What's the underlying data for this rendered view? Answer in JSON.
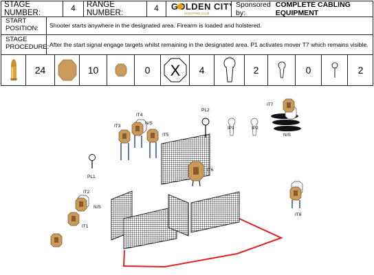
{
  "header": {
    "stage_label": "STAGE NUMBER:",
    "stage_value": "4",
    "range_label": "RANGE NUMBER:",
    "range_value": "4",
    "logo_text": "GOLDEN CITY",
    "logo_sub": "SHOOTING CLUB",
    "sponsor_label": "Sponsored by:",
    "sponsor_name": "COMPLETE CABLING EQUIPMENT"
  },
  "start": {
    "label_1": "START",
    "label_2": "POSITION:",
    "text": "Shooter starts anywhere in the designated area. Firearm is loaded and holstered."
  },
  "procedure": {
    "label_1": "STAGE",
    "label_2": "PROCEDURE:",
    "text": "After the start signal engage targets whilst remaining in the designated area. P1 activates mover T7 which remains visible."
  },
  "counts": [
    {
      "icon": "bullet-icon",
      "value": "24"
    },
    {
      "icon": "paper-target-icon",
      "value": "10"
    },
    {
      "icon": "mini-target-icon",
      "value": "0"
    },
    {
      "icon": "no-shoot-icon",
      "value": "4"
    },
    {
      "icon": "popper-icon",
      "value": "2"
    },
    {
      "icon": "mini-popper-icon",
      "value": "0"
    },
    {
      "icon": "plate-icon",
      "value": "2"
    }
  ],
  "stage_labels": {
    "it4": "IT4",
    "ns_top": "N/S",
    "it3": "IT3",
    "it5": "IT5",
    "pl2": "PL2",
    "ip1": "IP1",
    "ip2": "IP2",
    "it7": "IT7",
    "ns_it7": "N/S",
    "pl1": "PL1",
    "it6": "IT6",
    "it2": "IT2",
    "ns_left": "N/S",
    "it1": "IT1",
    "it8": "IT8"
  },
  "colors": {
    "target_tan": "#c99a5b",
    "target_brown": "#8a5a2b",
    "shooting_area": "#e0201e",
    "logo_gold": "#e3a400"
  }
}
